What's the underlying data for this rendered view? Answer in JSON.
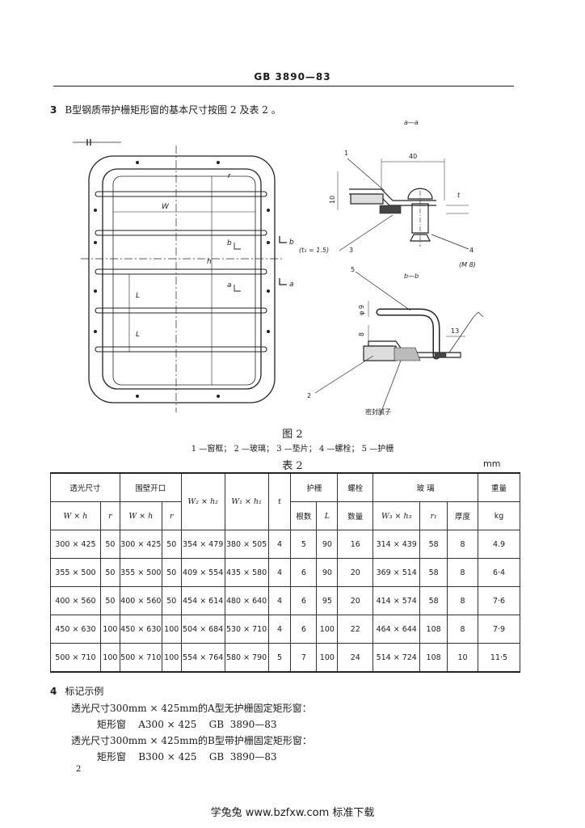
{
  "header": {
    "standard_code": "GB 3890—83"
  },
  "clause3": {
    "number": "3",
    "text": "B型钢质带护栅矩形窗的基本尺寸按图 2 及表 2 。"
  },
  "figure": {
    "left_labels": {
      "w": "W",
      "h": "h",
      "l1": "L",
      "l2": "L",
      "b": "b",
      "a": "a",
      "r": "r"
    },
    "section_aa": {
      "title": "a—a",
      "dim_40": "40",
      "dim_10": "10",
      "dim_t": "t",
      "callout_1": "1",
      "callout_3": "3",
      "callout_4": "4",
      "note_t1": "(t₁ = 1.5)",
      "note_m8": "(M 8)"
    },
    "section_bb": {
      "title": "b—b",
      "callout_5": "5",
      "dia": "φ 9",
      "dim_8": "8",
      "dim_13": "13",
      "callout_2": "2",
      "sealant": "密封腻子"
    },
    "caption": "图 2",
    "legend": "1 —窗框； 2 —玻璃； 3 —垫片； 4 —螺栓； 5 —护栅"
  },
  "table": {
    "caption": "表 2",
    "unit": "mm",
    "headers": {
      "clear_size": "透光尺寸",
      "wall_opening": "围壁开口",
      "w2h2": "W₂ × h₂",
      "w1h1": "W₁ × h₁",
      "t": "t",
      "grille": "护栅",
      "bolt": "螺栓",
      "glass": "玻  璃",
      "weight": "重量",
      "wxh": "W × h",
      "r": "r",
      "wxh2": "W × h",
      "r2": "r",
      "count": "根数",
      "L": "L",
      "qty": "数量",
      "w3h3": "W₃ × h₃",
      "r1": "r₁",
      "thickness": "厚度",
      "kg": "kg"
    },
    "rows": [
      [
        "300 × 425",
        "50",
        "300 × 425",
        "50",
        "354 × 479",
        "380 × 505",
        "4",
        "5",
        "90",
        "16",
        "314 × 439",
        "58",
        "8",
        "4.9"
      ],
      [
        "355 × 500",
        "50",
        "355 × 500",
        "50",
        "409 × 554",
        "435 × 580",
        "4",
        "6",
        "90",
        "20",
        "369 × 514",
        "58",
        "8",
        "6·4"
      ],
      [
        "400 × 560",
        "50",
        "400 × 560",
        "50",
        "454 × 614",
        "480 × 640",
        "4",
        "6",
        "95",
        "20",
        "414 × 574",
        "58",
        "8",
        "7·6"
      ],
      [
        "450 × 630",
        "100",
        "450 × 630",
        "100",
        "504 × 684",
        "530 × 710",
        "4",
        "6",
        "100",
        "22",
        "464 × 644",
        "108",
        "8",
        "7·9"
      ],
      [
        "500 × 710",
        "100",
        "500 × 710",
        "100",
        "554 × 764",
        "580 × 790",
        "5",
        "7",
        "100",
        "24",
        "514 × 724",
        "108",
        "10",
        "11·5"
      ]
    ]
  },
  "clause4": {
    "number": "4",
    "title": "标记示例",
    "line1": "透光尺寸300mm × 425mm的A型无护栅固定矩形窗：",
    "line2": "矩形窗    A300 × 425    GB  3890—83",
    "line3": "透光尺寸300mm × 425mm的B型带护栅固定矩形窗：",
    "line4": "矩形窗    B300 × 425    GB  3890—83"
  },
  "page_number": "2",
  "footer": "学兔兔 www.bzfxw.com 标准下载"
}
